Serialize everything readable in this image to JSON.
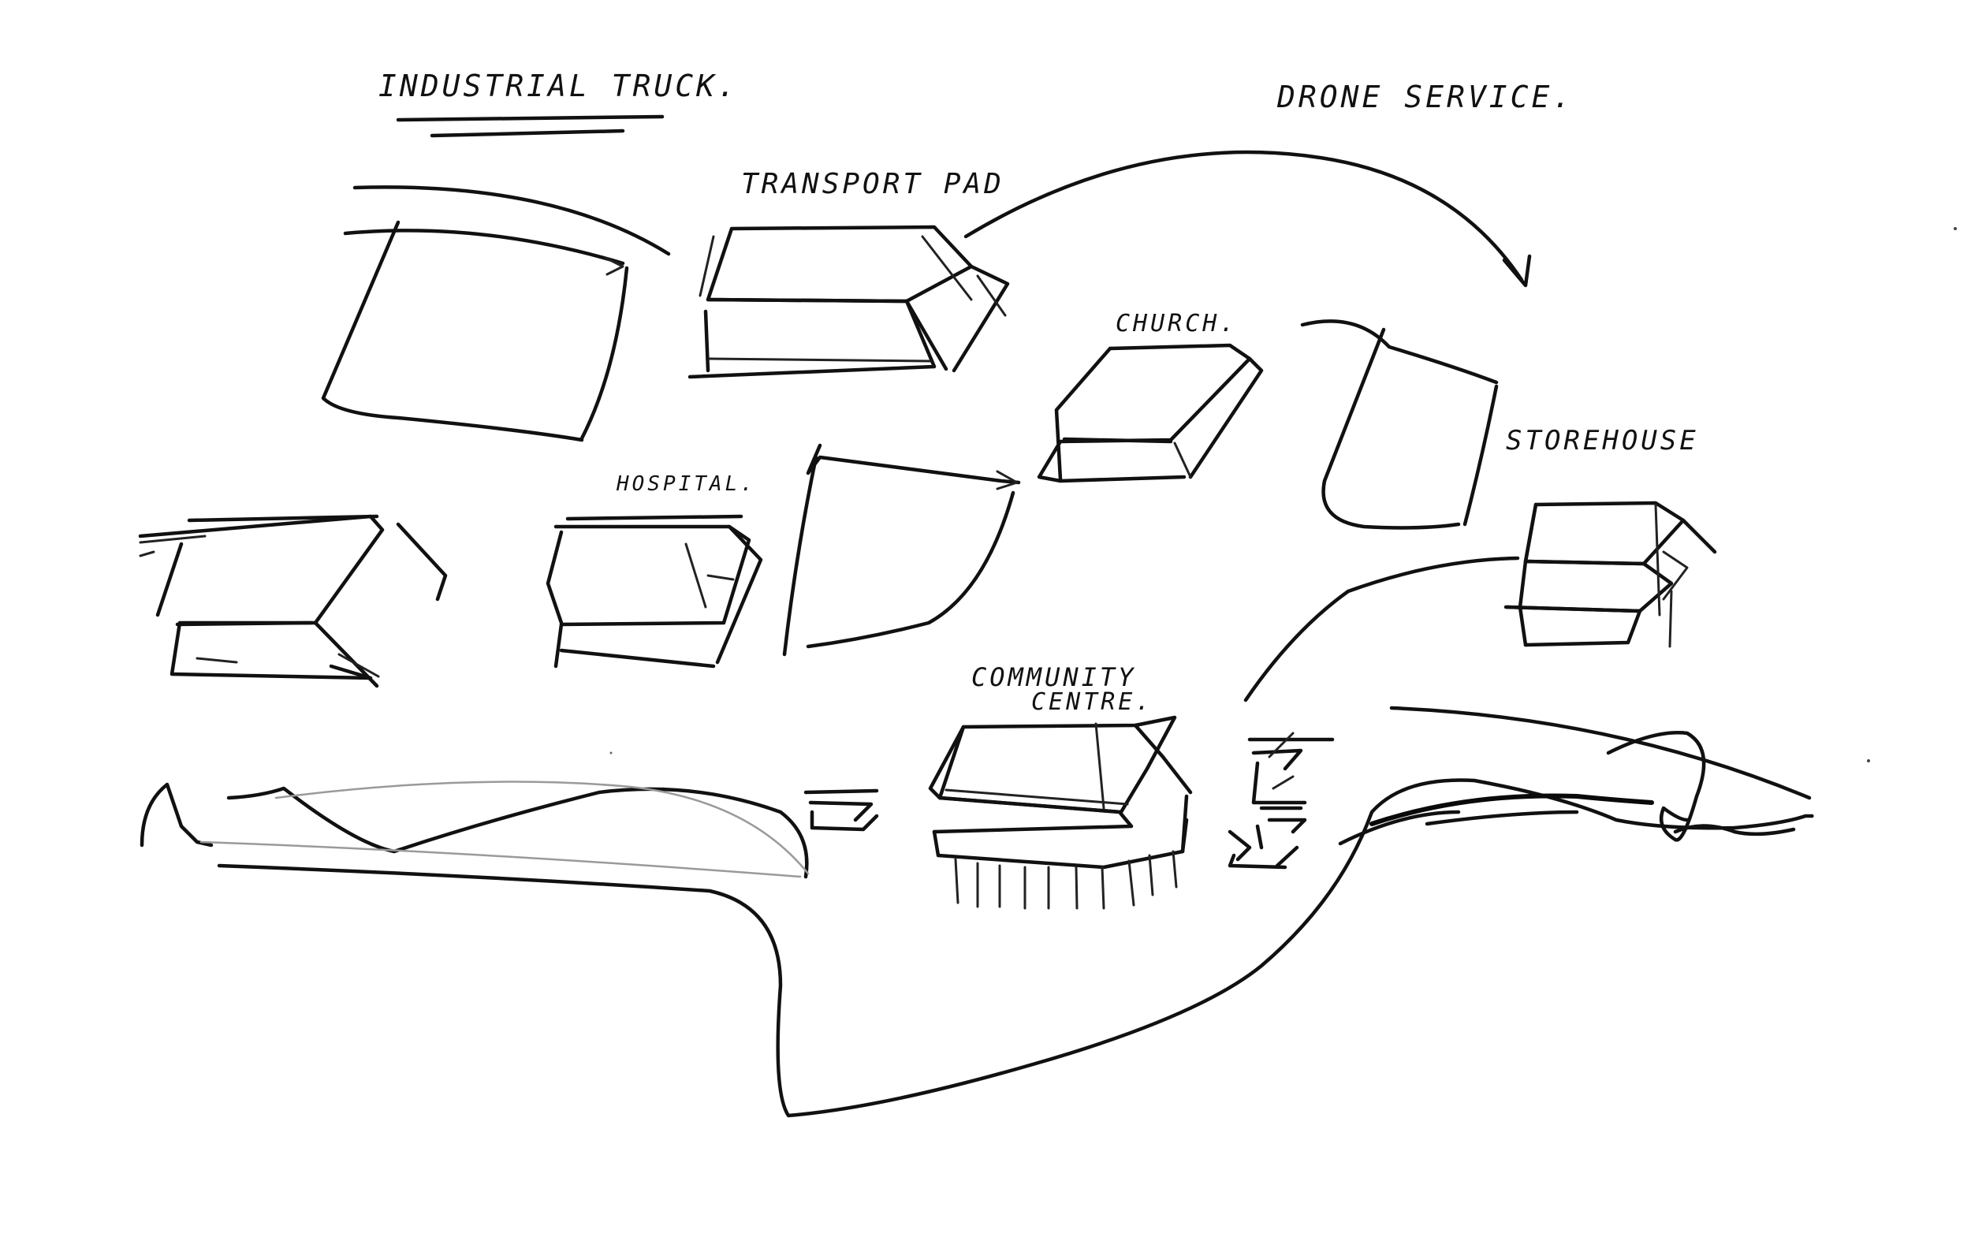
{
  "labels": {
    "industrial_track": "INDUSTRIAL TRUCK.",
    "drone_service": "DRONE SERVICE.",
    "transport_pad": "TRANSPORT PAD",
    "church": "CHURCH.",
    "storehouse": "STOREHOUSE",
    "hospital": "HOSPITAL.",
    "community_centre_line1": "COMMUNITY",
    "community_centre_line2": "CENTRE."
  },
  "colors": {
    "paper": "#ffffff",
    "ink": "#111111"
  }
}
